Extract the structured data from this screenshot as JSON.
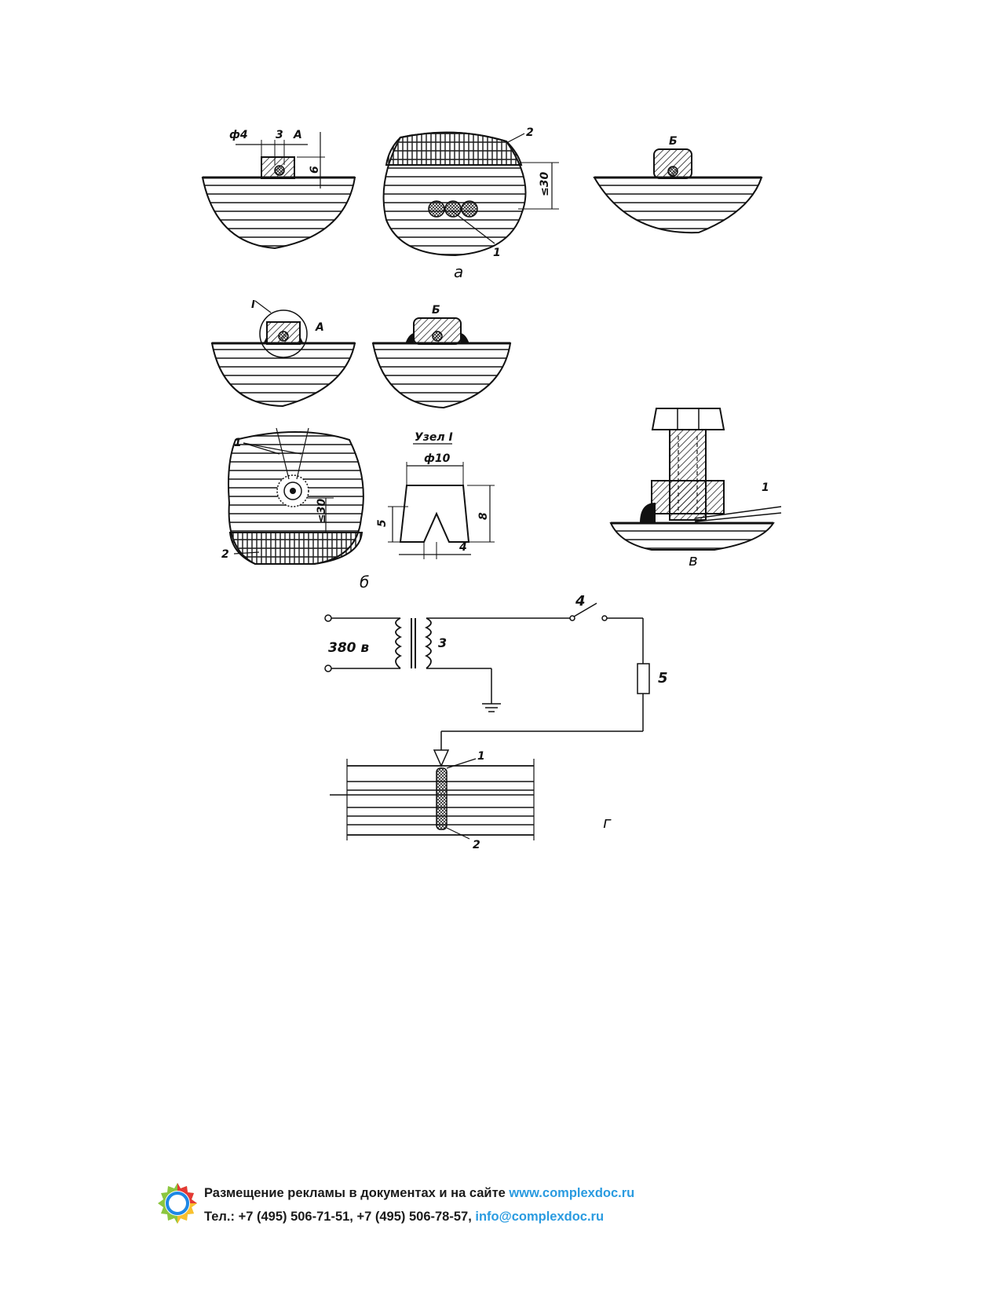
{
  "figure": {
    "panel_labels": {
      "a": "а",
      "b": "б",
      "v": "в",
      "g": "г"
    },
    "dims": {
      "phi4": "ф4",
      "three": "3",
      "A": "А",
      "six": "6",
      "le30": "≤30",
      "B": "Б",
      "uzel": "Узел I",
      "phi10": "ф10",
      "five": "5",
      "eight": "8",
      "four": "4"
    },
    "callouts": {
      "one": "1",
      "two": "2",
      "roman_one": "I"
    },
    "circuit": {
      "voltage": "380 в",
      "transformer": "3",
      "switch": "4",
      "resistor": "5"
    }
  },
  "footer": {
    "line1_text": "Размещение рекламы в документах и на сайте ",
    "line1_link": "www.complexdoc.ru",
    "line2_text": "Тел.: +7 (495) 506-71-51, +7 (495) 506-78-57, ",
    "line2_link": "info@complexdoc.ru"
  }
}
